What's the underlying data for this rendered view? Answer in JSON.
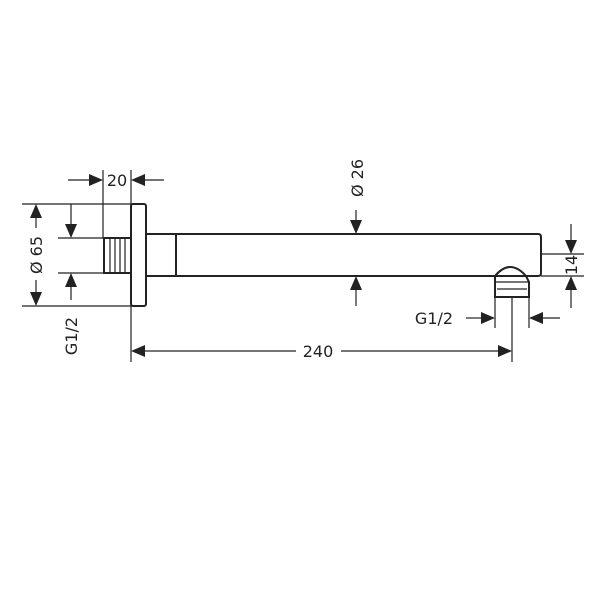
{
  "dimensions": {
    "flange_width": "20",
    "flange_diameter": "Ø 65",
    "arm_diameter": "Ø 26",
    "outlet_thread": "G1/2",
    "inlet_thread": "G1/2",
    "outlet_height": "14",
    "arm_length": "240"
  },
  "colors": {
    "line": "#222222",
    "background": "#ffffff"
  }
}
